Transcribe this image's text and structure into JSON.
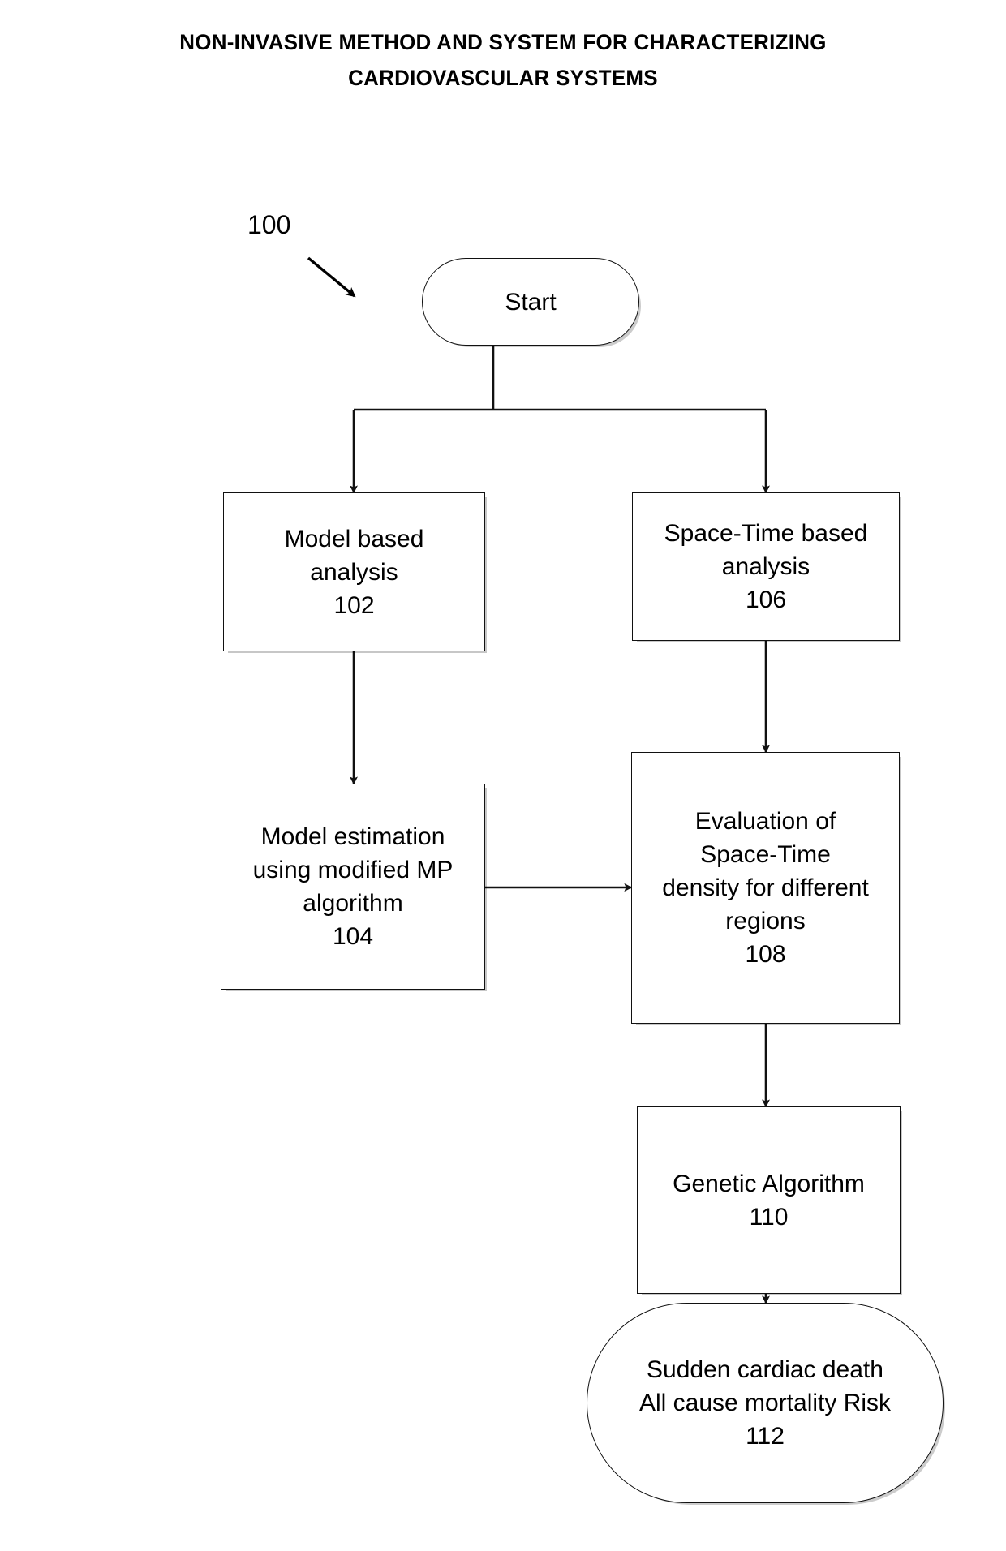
{
  "figure": {
    "title_lines": [
      "NON-INVASIVE METHOD AND SYSTEM FOR CHARACTERIZING",
      "CARDIOVASCULAR SYSTEMS"
    ],
    "reference_numeral": "100"
  },
  "nodes": {
    "start": {
      "label": "Start",
      "shape": "terminator"
    },
    "model_based_analysis": {
      "line1": "Model based",
      "line2": "analysis",
      "ref": "102",
      "shape": "process"
    },
    "space_time_analysis": {
      "line1": "Space-Time based",
      "line2": "analysis",
      "ref": "106",
      "shape": "process"
    },
    "model_estimation": {
      "line1": "Model estimation",
      "line2": "using modified MP",
      "line3": "algorithm",
      "ref": "104",
      "shape": "process"
    },
    "space_time_density": {
      "line1": "Evaluation of",
      "line2": "Space-Time",
      "line3": "density for different",
      "line4": "regions",
      "ref": "108",
      "shape": "process"
    },
    "genetic_algorithm": {
      "line1": "Genetic Algorithm",
      "ref": "110",
      "shape": "process"
    },
    "risk_outcome": {
      "line1": "Sudden cardiac death",
      "line2": "All cause mortality Risk",
      "ref": "112",
      "shape": "terminator"
    }
  },
  "colors": {
    "stroke": "#111111",
    "background": "#ffffff",
    "text": "#000000"
  }
}
